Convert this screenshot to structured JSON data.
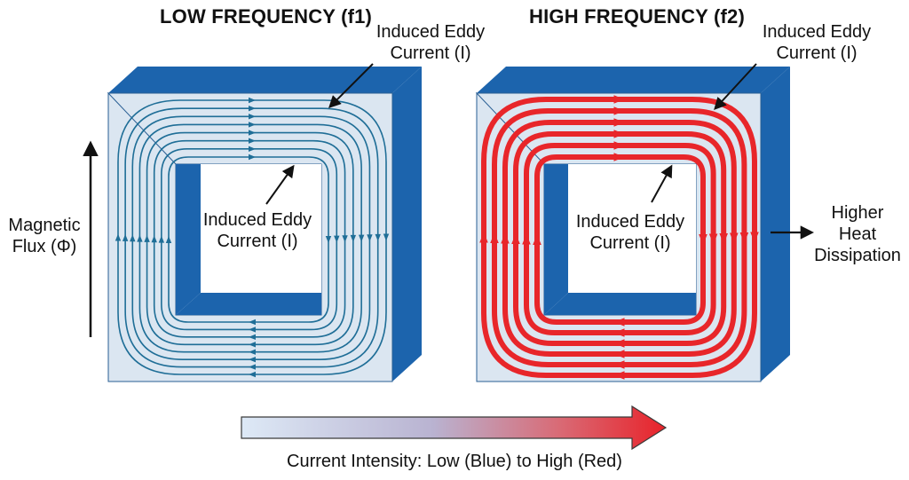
{
  "panels": [
    {
      "title": "LOW FREQUENCY (f1)",
      "outer_label_line1": "Induced Eddy",
      "outer_label_line2": "Current (I)",
      "inner_label_line1": "Induced Eddy",
      "inner_label_line2": "Current (I)",
      "current_color": "#1f6e97",
      "intensity": "low"
    },
    {
      "title": "HIGH FREQUENCY (f2)",
      "outer_label_line1": "Induced Eddy",
      "outer_label_line2": "Current (I)",
      "inner_label_line1": "Induced Eddy",
      "inner_label_line2": "Current (I)",
      "current_color": "#e8262a",
      "intensity": "high"
    }
  ],
  "flux_label_line1": "Magnetic",
  "flux_label_line2": "Flux (Φ)",
  "heat_label_line1": "Higher",
  "heat_label_line2": "Heat",
  "heat_label_line3": "Dissipation",
  "gradient_caption": "Current Intensity: Low (Blue) to High (Red)",
  "colors": {
    "core_face": "#dbe6f1",
    "core_side": "#1c64ad",
    "gradient_low": "#dbe8f5",
    "gradient_high": "#e8232a"
  }
}
